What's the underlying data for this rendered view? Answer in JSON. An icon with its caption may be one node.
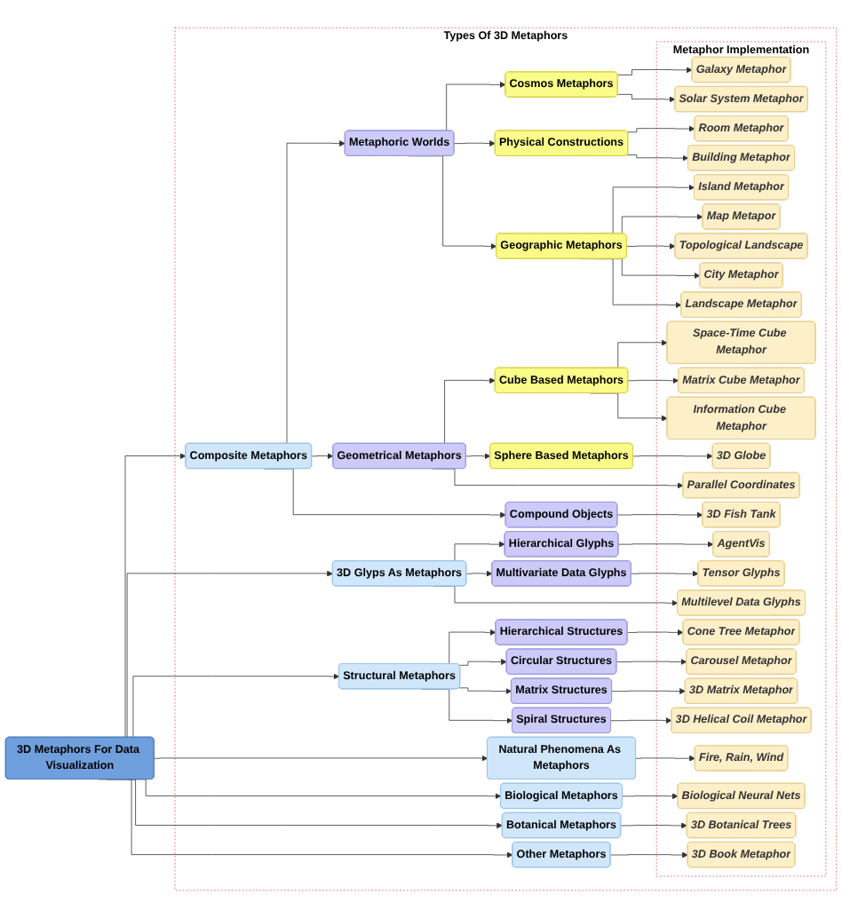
{
  "diagram": {
    "nodes": [
      {
        "text": [
          "3D Metaphors For Data Visualization"
        ]
      },
      {
        "text": [
          "Types Of 3D Metaphors"
        ]
      },
      {
        "text": [
          "Composite Metaphors"
        ],
        "in": 1
      },
      {
        "text": [
          "Metaphoric Worlds"
        ],
        "in": 1
      },
      {
        "text": [
          "Cosmos Metaphors"
        ],
        "in": 1
      },
      {
        "text": [
          "Physical Constructions"
        ],
        "in": 1
      },
      {
        "text": [
          "Geographic Metaphors"
        ],
        "in": 1
      },
      {
        "text": [
          "Geometrical Metaphors"
        ],
        "in": 1
      },
      {
        "text": [
          "Cube Based Metaphors"
        ],
        "in": 1
      },
      {
        "text": [
          "Sphere Based Metaphors"
        ],
        "in": 1
      },
      {
        "text": [
          "Compound Objects"
        ],
        "in": 1
      },
      {
        "text": [
          "3D Glyps As Metaphors"
        ],
        "in": 1
      },
      {
        "text": [
          "Hierarchical Glyphs"
        ],
        "in": 1
      },
      {
        "text": [
          "Multivariate Data Glyphs"
        ],
        "in": 1
      },
      {
        "text": [
          "Structural Metaphors"
        ],
        "in": 1
      },
      {
        "text": [
          "Hierarchical Structures"
        ],
        "in": 1
      },
      {
        "text": [
          "Circular Structures"
        ],
        "in": 1
      },
      {
        "text": [
          "Matrix Structures"
        ],
        "in": 1
      },
      {
        "text": [
          "Spiral Structures"
        ],
        "in": 1
      },
      {
        "text": [
          "Natural Phenomena As Metaphors"
        ],
        "in": 1
      },
      {
        "text": [
          "Biological Metaphors"
        ],
        "in": 1
      },
      {
        "text": [
          "Botanical Metaphors"
        ],
        "in": 1
      },
      {
        "text": [
          "Other Metaphors"
        ],
        "in": 1
      },
      {
        "text": [
          "Metaphor Implementation"
        ],
        "in": 1
      },
      {
        "text": [
          "Galaxy Metaphor"
        ],
        "in": 23
      },
      {
        "text": [
          "Solar System Metaphor"
        ],
        "in": 23
      },
      {
        "text": [
          "Room Metaphor"
        ],
        "in": 23
      },
      {
        "text": [
          "Building Metaphor"
        ],
        "in": 23
      },
      {
        "text": [
          "Island Metaphor"
        ],
        "in": 23
      },
      {
        "text": [
          "Map Metapor"
        ],
        "in": 23
      },
      {
        "text": [
          "Topological Landscape"
        ],
        "in": 23
      },
      {
        "text": [
          "City Metaphor"
        ],
        "in": 23
      },
      {
        "text": [
          "Landscape Metaphor"
        ],
        "in": 23
      },
      {
        "text": [
          "Space-Time Cube Metaphor"
        ],
        "in": 23
      },
      {
        "text": [
          "Matrix Cube Metaphor"
        ],
        "in": 23
      },
      {
        "text": [
          "Information Cube Metaphor"
        ],
        "in": 23
      },
      {
        "text": [
          "3D Globe"
        ],
        "in": 23
      },
      {
        "text": [
          "Parallel Coordinates"
        ],
        "in": 23
      },
      {
        "text": [
          "3D Fish Tank"
        ],
        "in": 23
      },
      {
        "text": [
          "AgentVis"
        ],
        "in": 23
      },
      {
        "text": [
          "Tensor Glyphs"
        ],
        "in": 23
      },
      {
        "text": [
          "Multilevel Data Glyphs"
        ],
        "in": 23
      },
      {
        "text": [
          "Cone Tree Metaphor"
        ],
        "in": 23
      },
      {
        "text": [
          "Carousel Metaphor"
        ],
        "in": 23
      },
      {
        "text": [
          "3D Matrix Metaphor"
        ],
        "in": 23
      },
      {
        "text": [
          "3D Helical Coil Metaphor"
        ],
        "in": 23
      },
      {
        "text": [
          "Fire, Rain, Wind"
        ],
        "in": 23
      },
      {
        "text": [
          "Biological Neural Nets"
        ],
        "in": 23
      },
      {
        "text": [
          "3D Botanical Trees"
        ],
        "in": 23
      },
      {
        "text": [
          "3D Book Metaphor"
        ],
        "in": 23
      }
    ],
    "edges": [
      {
        "from": 0,
        "to": 2,
        "arrow": "to"
      },
      {
        "from": 0,
        "to": 11,
        "arrow": "to"
      },
      {
        "from": 0,
        "to": 14,
        "arrow": "to"
      },
      {
        "from": 0,
        "to": 19,
        "arrow": "to"
      },
      {
        "from": 0,
        "to": 20,
        "arrow": "to"
      },
      {
        "from": 0,
        "to": 21,
        "arrow": "to"
      },
      {
        "from": 0,
        "to": 22,
        "arrow": "to"
      },
      {
        "from": 2,
        "to": 3,
        "arrow": "to"
      },
      {
        "from": 2,
        "to": 7,
        "arrow": "to"
      },
      {
        "from": 2,
        "to": 10,
        "arrow": "to"
      },
      {
        "from": 3,
        "to": 4,
        "arrow": "to"
      },
      {
        "from": 3,
        "to": 5,
        "arrow": "to"
      },
      {
        "from": 3,
        "to": 6,
        "arrow": "to"
      },
      {
        "from": 4,
        "to": 24,
        "arrow": "to"
      },
      {
        "from": 4,
        "to": 25,
        "arrow": "to"
      },
      {
        "from": 5,
        "to": 26,
        "arrow": "to"
      },
      {
        "from": 5,
        "to": 27,
        "arrow": "to"
      },
      {
        "from": 6,
        "to": 28,
        "arrow": "to"
      },
      {
        "from": 6,
        "to": 29,
        "arrow": "to"
      },
      {
        "from": 6,
        "to": 30,
        "arrow": "to"
      },
      {
        "from": 6,
        "to": 31,
        "arrow": "to"
      },
      {
        "from": 6,
        "to": 32,
        "arrow": "to"
      },
      {
        "from": 7,
        "to": 8,
        "arrow": "to"
      },
      {
        "from": 7,
        "to": 9,
        "arrow": "to"
      },
      {
        "from": 7,
        "to": 37,
        "arrow": "to"
      },
      {
        "from": 8,
        "to": 33,
        "arrow": "to"
      },
      {
        "from": 8,
        "to": 34,
        "arrow": "to"
      },
      {
        "from": 8,
        "to": 35,
        "arrow": "to"
      },
      {
        "from": 9,
        "to": 36,
        "arrow": "to"
      },
      {
        "from": 10,
        "to": 38,
        "arrow": "to"
      },
      {
        "from": 11,
        "to": 12,
        "arrow": "to"
      },
      {
        "from": 11,
        "to": 13,
        "arrow": "to"
      },
      {
        "from": 11,
        "to": 41,
        "arrow": "to"
      },
      {
        "from": 12,
        "to": 39,
        "arrow": "to"
      },
      {
        "from": 13,
        "to": 40,
        "arrow": "to"
      },
      {
        "from": 14,
        "to": 15,
        "arrow": "to"
      },
      {
        "from": 14,
        "to": 16,
        "arrow": "to"
      },
      {
        "from": 14,
        "to": 17,
        "arrow": "to"
      },
      {
        "from": 14,
        "to": 18,
        "arrow": "to"
      },
      {
        "from": 15,
        "to": 42,
        "arrow": "to"
      },
      {
        "from": 16,
        "to": 43,
        "arrow": "to"
      },
      {
        "from": 17,
        "to": 44,
        "arrow": "to"
      },
      {
        "from": 18,
        "to": 45,
        "arrow": "to"
      },
      {
        "from": 19,
        "to": 46,
        "arrow": "to"
      },
      {
        "from": 20,
        "to": 47,
        "arrow": "to"
      },
      {
        "from": 21,
        "to": 48,
        "arrow": "to"
      },
      {
        "from": 22,
        "to": 49,
        "arrow": "to"
      }
    ]
  }
}
